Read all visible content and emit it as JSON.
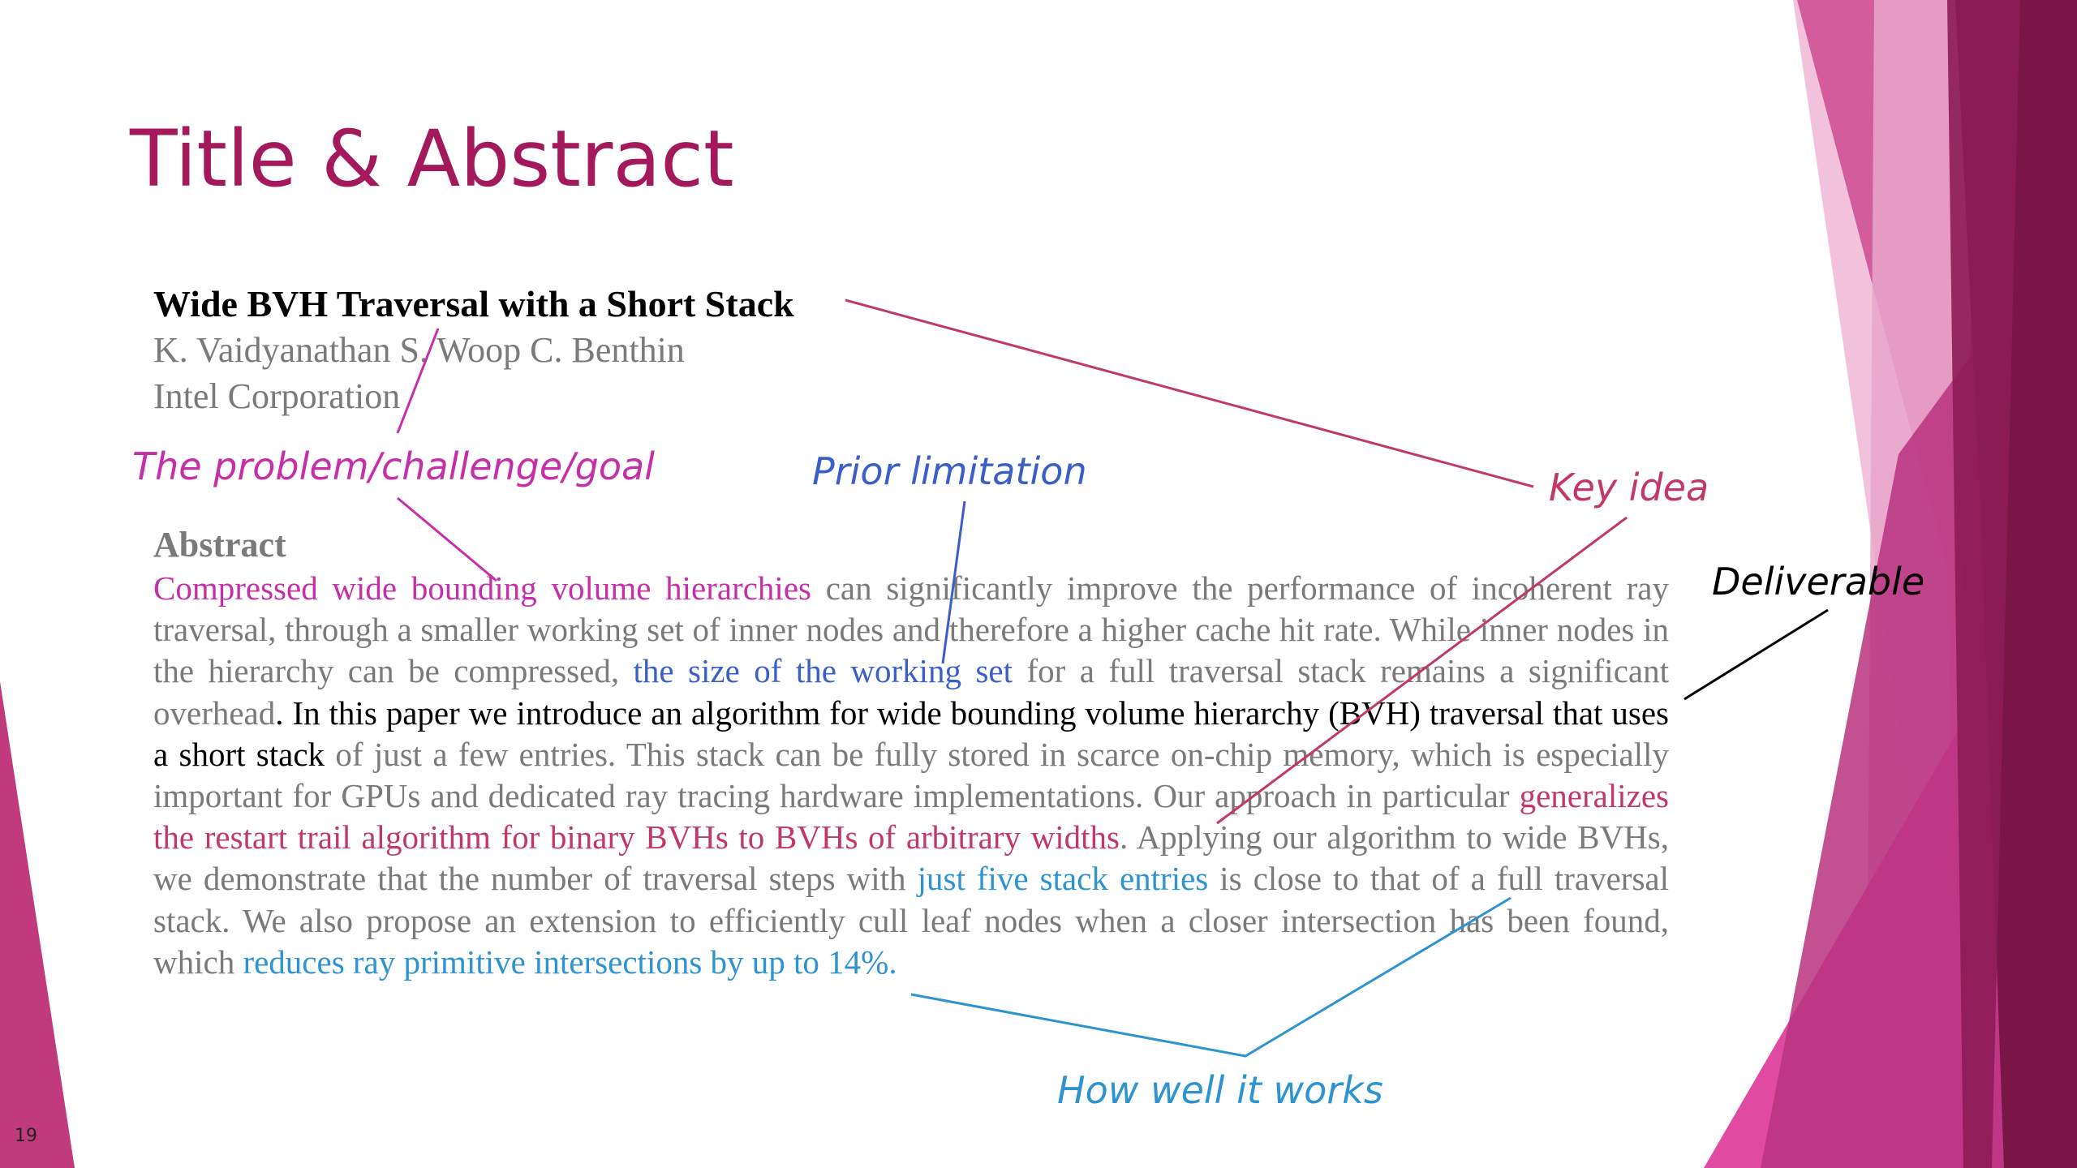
{
  "slide": {
    "title": "Title & Abstract",
    "page_number": "19"
  },
  "paper": {
    "title": "Wide BVH Traversal with a Short Stack",
    "authors": "K. Vaidyanathan S. Woop C. Benthin",
    "affiliation": "Intel Corporation"
  },
  "abstract": {
    "heading": "Abstract",
    "segments": [
      {
        "text": "Compressed wide bounding volume hierarchies",
        "style": "magenta"
      },
      {
        "text": " can significantly improve the performance of incoherent ray traversal, through a smaller working set of inner nodes and therefore a higher cache hit rate. While inner nodes in the hierarchy can be compressed, ",
        "style": "gray"
      },
      {
        "text": "the size of the working set",
        "style": "blue"
      },
      {
        "text": " for a full traversal stack remains a significant overhead",
        "style": "gray"
      },
      {
        "text": ". In this paper we introduce an algorithm for wide bounding volume hierarchy (BVH) traversal that uses a short stack",
        "style": "black"
      },
      {
        "text": " of just a few entries. This stack can be fully stored in scarce on-chip memory, which is especially important for GPUs and dedicated ray tracing hardware implementations. Our approach in particular ",
        "style": "gray"
      },
      {
        "text": "generalizes the restart trail algorithm for binary BVHs to BVHs of arbitrary widths",
        "style": "red"
      },
      {
        "text": ". Applying our algorithm to wide BVHs, we demonstrate that the number of traversal steps with ",
        "style": "gray"
      },
      {
        "text": "just five stack entries",
        "style": "cyan"
      },
      {
        "text": " is close to that of a full traversal stack. We also propose an extension to efficiently cull leaf nodes when a closer intersection has been found, which ",
        "style": "gray"
      },
      {
        "text": "reduces ray primitive intersections by up to 14%.",
        "style": "cyan"
      }
    ]
  },
  "annotations": {
    "problem": "The problem/challenge/goal",
    "prior": "Prior limitation",
    "key_idea": "Key idea",
    "deliverable": "Deliverable",
    "how_well": "How well it works"
  },
  "colors": {
    "title": "#a3195b",
    "magenta": "#c62fa8",
    "blue": "#3a5fc8",
    "red": "#c2386a",
    "cyan": "#2e93d1",
    "gray_text": "#7a7a7a",
    "decor_dark": "#7a1548",
    "decor_pink": "#e05aa6"
  }
}
